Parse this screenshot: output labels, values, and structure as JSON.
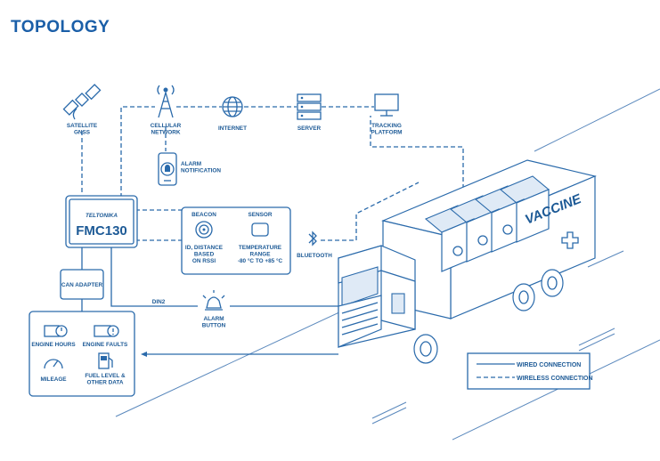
{
  "title": "TOPOLOGY",
  "nodes": {
    "satellite": "SATELLITE\nGNSS",
    "cellular": "CELLULAR\nNETWORK",
    "internet": "INTERNET",
    "server": "SERVER",
    "tracking": "TRACKING\nPLATFORM",
    "alarm_notification": "ALARM\nNOTIFICATION",
    "brand": "TELTONIKA",
    "device": "FMC130",
    "beacon": "BEACON",
    "beacon_desc": "ID, DISTANCE\nBASED\nON RSSI",
    "sensor": "SENSOR",
    "sensor_desc": "TEMPERATURE\nRANGE\n-80 °C TO +85 °C",
    "bluetooth": "BLUETOOTH",
    "can_adapter": "CAN ADAPTER",
    "din2": "DIN2",
    "alarm_button": "ALARM\nBUTTON",
    "engine_hours": "ENGINE HOURS",
    "engine_faults": "ENGINE FAULTS",
    "mileage": "MILEAGE",
    "fuel": "FUEL LEVEL &\nOTHER DATA",
    "vaccine": "VACCINE"
  },
  "legend": {
    "wired": "WIRED CONNECTION",
    "wireless": "WIRELESS CONNECTION"
  },
  "colors": {
    "primary": "#2a6aab",
    "title": "#1b5fa8",
    "tint": "#dfeaf6"
  }
}
